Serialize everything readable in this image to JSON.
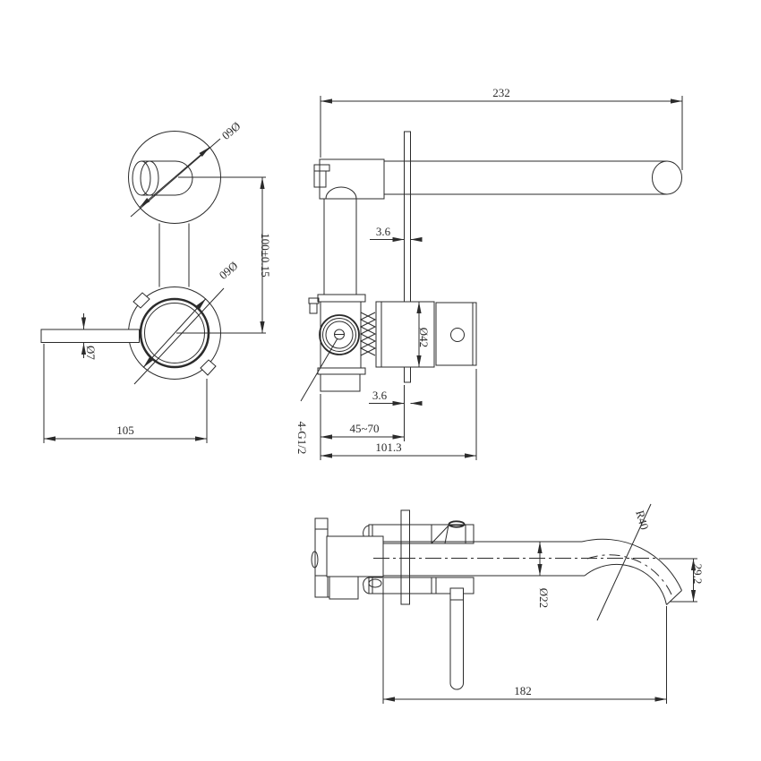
{
  "colors": {
    "line": "#2b2b2b",
    "background": "#ffffff"
  },
  "annotations": {
    "dia60_top": "Ø60",
    "dia60_bottom": "Ø60",
    "height_tolerance": "100±0.15",
    "lever_dia": "Ø7",
    "lever_length": "105",
    "spout_reach_top": "232",
    "plate_thickness_top": "3.6",
    "plate_thickness_mid": "3.6",
    "trim_dia": "Ø42",
    "wall_depth_range": "45~70",
    "body_length": "101.3",
    "inlet_thread": "4-G1/2",
    "spout_dia": "Ø22",
    "spout_bend_radius": "R40",
    "spout_drop": "29.2",
    "install_reach": "182"
  }
}
